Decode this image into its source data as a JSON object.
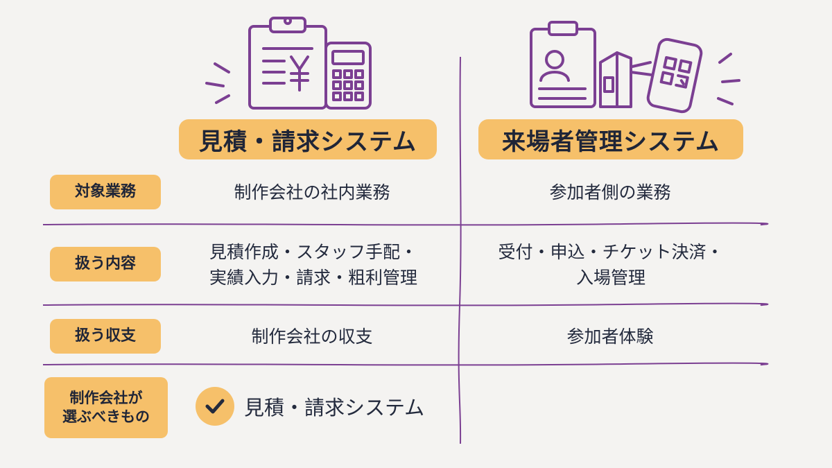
{
  "columns": {
    "left": {
      "title": "見積・請求システム",
      "icon": "invoice-calculator-icon"
    },
    "right": {
      "title": "来場者管理システム",
      "icon": "visitor-badge-gate-phone-icon"
    }
  },
  "rows": [
    {
      "label": "対象業務",
      "left": "制作会社の社内業務",
      "right": "参加者側の業務"
    },
    {
      "label": "扱う内容",
      "left": "見積作成・スタッフ手配・\n実績入力・請求・粗利管理",
      "right": "受付・申込・チケット決済・\n入場管理"
    },
    {
      "label": "扱う収支",
      "left": "制作会社の収支",
      "right": "参加者体験"
    }
  ],
  "recommendation": {
    "label": "制作会社が\n選ぶべきもの",
    "answer": "見積・請求システム",
    "icon": "check-icon"
  },
  "colors": {
    "accent": "#f6c06a",
    "line": "#7b3f92",
    "text": "#232a3d",
    "background": "#f4f3f1"
  }
}
